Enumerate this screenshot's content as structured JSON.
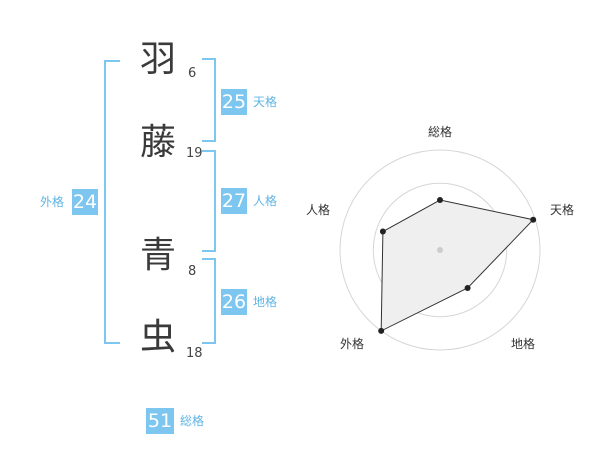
{
  "name": {
    "chars": [
      {
        "char": "羽",
        "strokes": "6"
      },
      {
        "char": "藤",
        "strokes": "19"
      },
      {
        "char": "青",
        "strokes": "8"
      },
      {
        "char": "虫",
        "strokes": "18"
      }
    ]
  },
  "kakusu": {
    "tenkaku": {
      "value": "25",
      "label": "天格"
    },
    "jinkaku": {
      "value": "27",
      "label": "人格"
    },
    "chikaku": {
      "value": "26",
      "label": "地格"
    },
    "gaikaku": {
      "value": "24",
      "label": "外格"
    },
    "soukaku": {
      "value": "51",
      "label": "総格"
    }
  },
  "colors": {
    "accent": "#7dc6f0",
    "radar_fill": "#efefef",
    "radar_line": "#333333"
  },
  "chart_data": {
    "type": "radar",
    "axes": [
      "総格",
      "天格",
      "地格",
      "外格",
      "人格"
    ],
    "values": [
      0.5,
      0.98,
      0.47,
      1.0,
      0.6
    ],
    "range": [
      0,
      1
    ],
    "rings": 3
  }
}
